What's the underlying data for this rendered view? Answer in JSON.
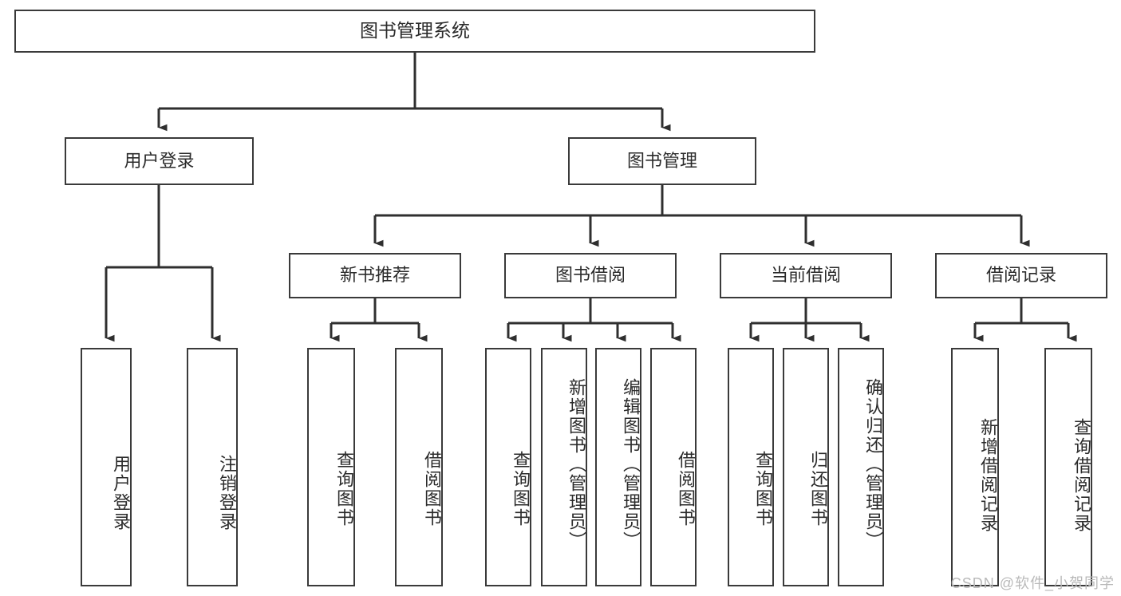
{
  "diagram": {
    "title": "图书管理系统",
    "type": "tree",
    "watermark": "CSDN @软件_小贺同学",
    "levels": {
      "root": {
        "label": "图书管理系统"
      },
      "level2": [
        {
          "label": "用户登录"
        },
        {
          "label": "图书管理"
        }
      ],
      "level3": [
        {
          "label": "新书推荐"
        },
        {
          "label": "图书借阅"
        },
        {
          "label": "当前借阅"
        },
        {
          "label": "借阅记录"
        }
      ],
      "leaves": {
        "user_login": [
          {
            "label": "用户登录"
          },
          {
            "label": "注销登录"
          }
        ],
        "new_book": [
          {
            "label": "查询图书"
          },
          {
            "label": "借阅图书"
          }
        ],
        "book_borrow": [
          {
            "label": "查询图书"
          },
          {
            "label": "新增图书（管理员）"
          },
          {
            "label": "编辑图书（管理员）"
          },
          {
            "label": "借阅图书"
          }
        ],
        "current_borrow": [
          {
            "label": "查询图书"
          },
          {
            "label": "归还图书"
          },
          {
            "label": "确认归还（管理员）"
          }
        ],
        "borrow_record": [
          {
            "label": "新增借阅记录"
          },
          {
            "label": "查询借阅记录"
          }
        ]
      }
    },
    "colors": {
      "border": "#3a3a3a",
      "text": "#2b2b2b",
      "background": "#ffffff",
      "watermark": "#b9b9b9"
    }
  }
}
